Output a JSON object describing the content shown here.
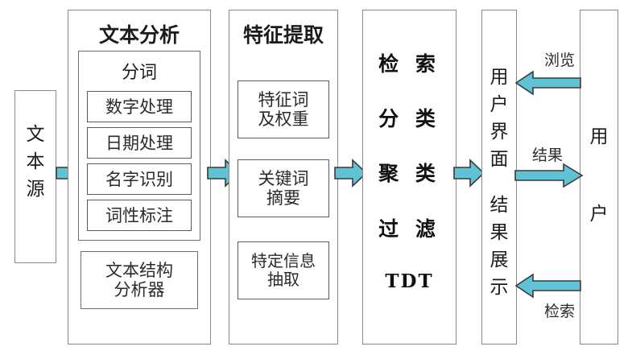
{
  "diagram": {
    "title": "Text processing and retrieval system architecture",
    "accent_color": "#5fc3d6",
    "outline_color": "#5a5a5a",
    "box_border_color": "#8a8a8a"
  },
  "source_column": {
    "name": "text-source",
    "chars": [
      "文",
      "本",
      "源"
    ]
  },
  "text_analysis": {
    "title": "文本分析",
    "segmentation": {
      "title": "分词",
      "items": [
        {
          "label": "数字处理"
        },
        {
          "label": "日期处理"
        },
        {
          "label": "名字识别"
        },
        {
          "label": "词性标注"
        }
      ]
    },
    "structure_analyzer": {
      "line1": "文本结构",
      "line2": "分析器"
    }
  },
  "feature_extraction": {
    "title": "特征提取",
    "items": [
      {
        "line1": "特征词",
        "line2": "及权重"
      },
      {
        "line1": "关键词",
        "line2": "摘要"
      },
      {
        "line1": "特定信息",
        "line2": "抽取"
      }
    ]
  },
  "processing": {
    "lines": [
      "检 索",
      "分 类",
      "聚 类",
      "过 滤",
      "TDT"
    ]
  },
  "user_interface": {
    "chars_top": [
      "用",
      "户",
      "界",
      "面"
    ],
    "chars_bottom": [
      "结",
      "果",
      "展",
      "示"
    ]
  },
  "user_column": {
    "chars": [
      "用",
      "户"
    ]
  },
  "arrows": {
    "source_to_analysis": {
      "name": "arrow-source-to-analysis",
      "direction": "right",
      "label": ""
    },
    "analysis_to_feature": {
      "name": "arrow-analysis-to-feature",
      "direction": "right",
      "label": ""
    },
    "feature_to_processing": {
      "name": "arrow-feature-to-processing",
      "direction": "right",
      "label": ""
    },
    "processing_to_ui": {
      "name": "arrow-processing-to-ui",
      "direction": "right",
      "label": ""
    },
    "browse": {
      "name": "arrow-browse",
      "direction": "left",
      "label": "浏览"
    },
    "result": {
      "name": "arrow-result",
      "direction": "right",
      "label": "结果"
    },
    "retrieve": {
      "name": "arrow-retrieve",
      "direction": "left",
      "label": "检索"
    }
  }
}
